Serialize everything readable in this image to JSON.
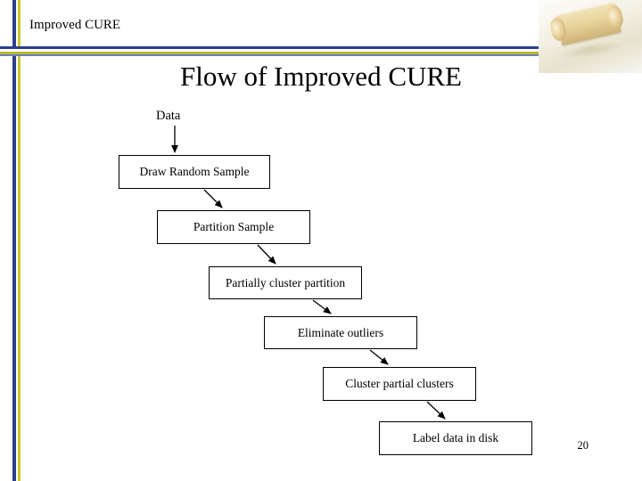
{
  "header": {
    "title": "Improved CURE"
  },
  "slide": {
    "title": "Flow of Improved CURE",
    "page_number": "20"
  },
  "flow": {
    "start_label": "Data",
    "steps": [
      {
        "label": "Draw Random Sample"
      },
      {
        "label": "Partition Sample"
      },
      {
        "label": "Partially cluster partition"
      },
      {
        "label": "Eliminate outliers"
      },
      {
        "label": "Cluster partial clusters"
      },
      {
        "label": "Label data in disk"
      }
    ]
  },
  "colors": {
    "accent_blue": "#2c3f8f",
    "accent_yellow": "#c8c832",
    "text": "#000000",
    "background": "#ffffff"
  }
}
